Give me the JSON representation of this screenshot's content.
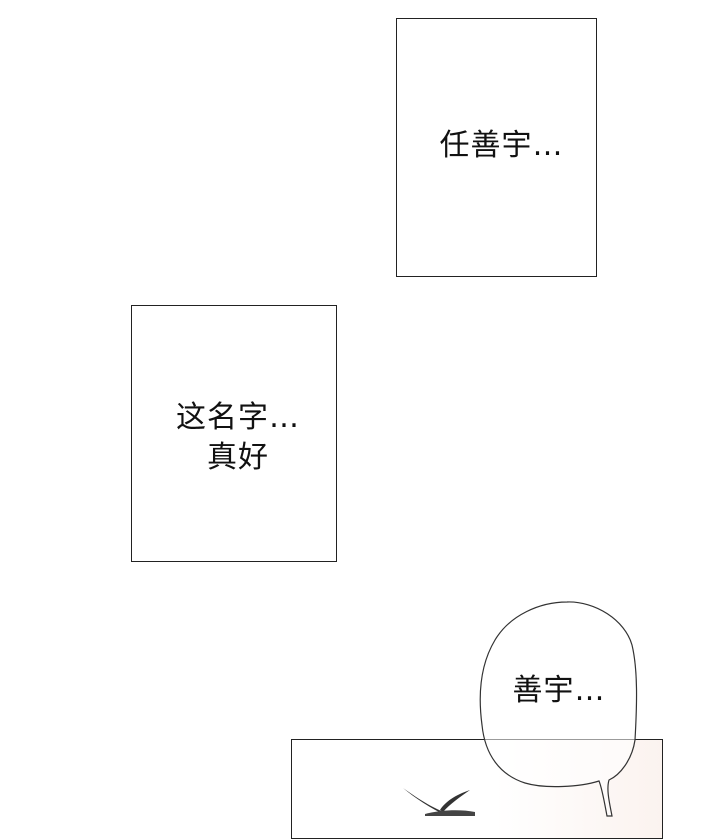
{
  "panels": [
    {
      "id": "panel-1",
      "caption": "任善宇…"
    },
    {
      "id": "panel-2",
      "caption_lines": [
        "这名字…",
        "真好"
      ]
    },
    {
      "id": "panel-3",
      "description": "partial illustration panel (hair strands visible)"
    }
  ],
  "speech_bubble": {
    "text": "善宇…"
  },
  "colors": {
    "border": "#222222",
    "background": "#ffffff",
    "panel3_tint": "#fbf3ef"
  }
}
